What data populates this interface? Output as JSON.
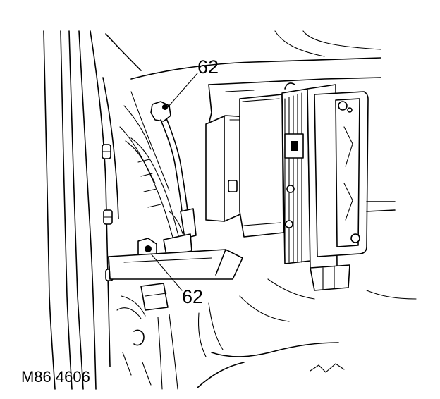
{
  "callouts": [
    {
      "label": "62"
    },
    {
      "label": "62"
    }
  ],
  "reference": "M86 4606"
}
